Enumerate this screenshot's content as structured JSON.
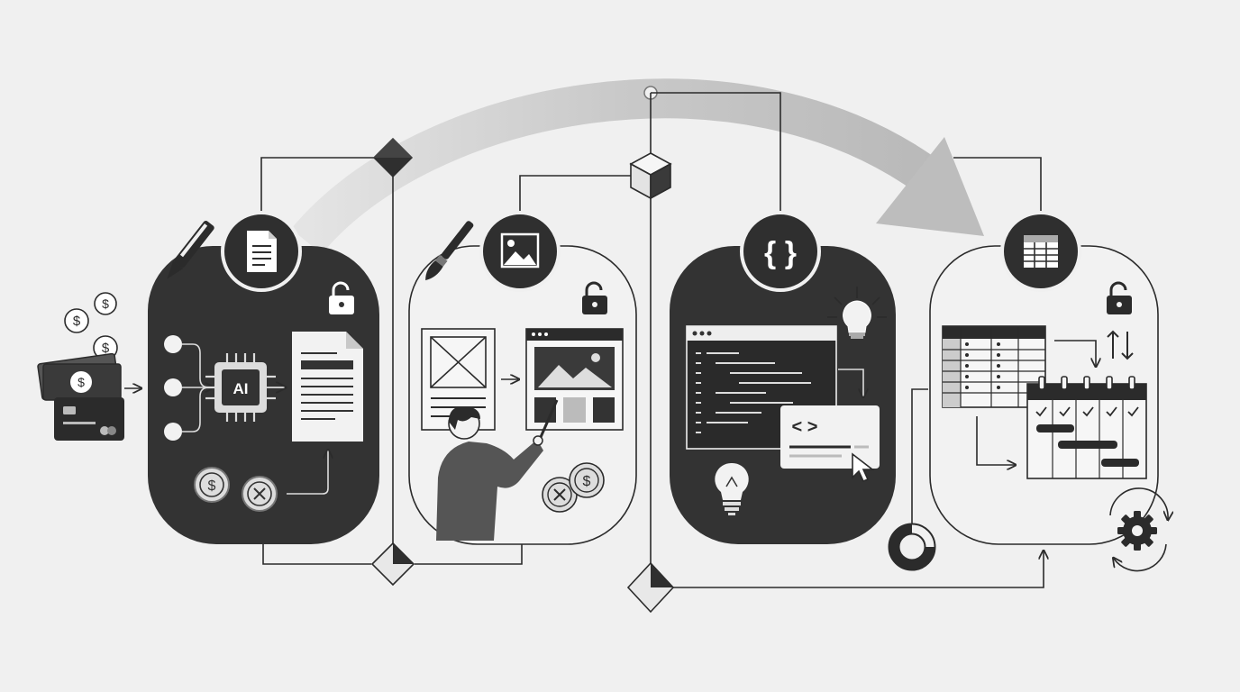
{
  "diagram": {
    "ai_chip_label": "AI",
    "code_braces_label": "{ }",
    "code_tag_label": "< >",
    "colors": {
      "background": "#f0f0f0",
      "dark_panel": "#333333",
      "line": "#2b2b2b",
      "arrow_band": "#c9c9c9",
      "light_panel": "#f2f2f2"
    },
    "stages": [
      {
        "theme": "dark",
        "header_icon": "document-icon",
        "side_icon": "pen-icon"
      },
      {
        "theme": "light",
        "header_icon": "image-icon",
        "side_icon": "paintbrush-icon"
      },
      {
        "theme": "dark",
        "header_icon": "code-braces-icon",
        "side_icon": "lightbulb-icon"
      },
      {
        "theme": "light",
        "header_icon": "spreadsheet-icon",
        "side_icon": "gear-cycle-icon"
      }
    ],
    "input_icons": [
      "coin-icon",
      "money-stack-icon",
      "credit-card-icon"
    ]
  }
}
